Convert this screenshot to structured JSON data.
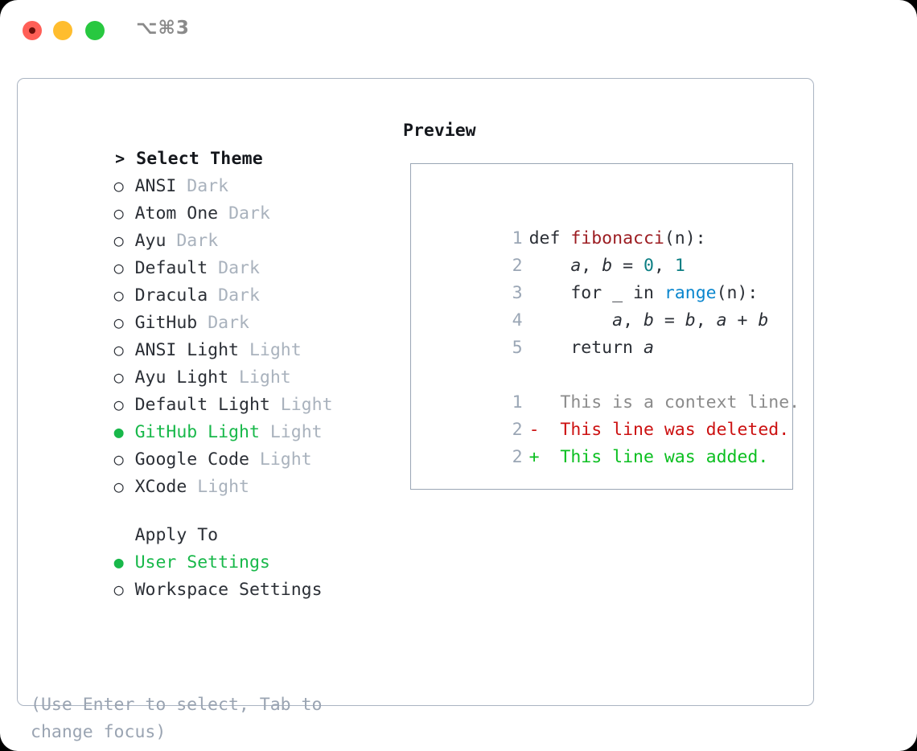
{
  "window": {
    "shortcut": "⌥⌘3",
    "traffic_lights": [
      {
        "name": "close",
        "color": "#ff5f57"
      },
      {
        "name": "minimize",
        "color": "#ffbd2e"
      },
      {
        "name": "maximize",
        "color": "#28c840"
      }
    ]
  },
  "theme_picker": {
    "heading": "Select Theme",
    "heading_prefix": ">",
    "marker_unselected": "○",
    "marker_selected": "●",
    "items": [
      {
        "name": "ANSI",
        "tag": "Dark",
        "selected": false
      },
      {
        "name": "Atom One",
        "tag": "Dark",
        "selected": false
      },
      {
        "name": "Ayu",
        "tag": "Dark",
        "selected": false
      },
      {
        "name": "Default",
        "tag": "Dark",
        "selected": false
      },
      {
        "name": "Dracula",
        "tag": "Dark",
        "selected": false
      },
      {
        "name": "GitHub",
        "tag": "Dark",
        "selected": false
      },
      {
        "name": "ANSI Light",
        "tag": "Light",
        "selected": false
      },
      {
        "name": "Ayu Light",
        "tag": "Light",
        "selected": false
      },
      {
        "name": "Default Light",
        "tag": "Light",
        "selected": false
      },
      {
        "name": "GitHub Light",
        "tag": "Light",
        "selected": true
      },
      {
        "name": "Google Code",
        "tag": "Light",
        "selected": false
      },
      {
        "name": "XCode",
        "tag": "Light",
        "selected": false
      }
    ]
  },
  "apply_to": {
    "heading": "Apply To",
    "items": [
      {
        "name": "User Settings",
        "selected": true
      },
      {
        "name": "Workspace Settings",
        "selected": false
      }
    ]
  },
  "hint": "(Use Enter to select, Tab to change focus)",
  "preview": {
    "title": "Preview",
    "code_lines": [
      {
        "num": "1",
        "tokens": [
          {
            "t": "def ",
            "c": "kw"
          },
          {
            "t": "fibonacci",
            "c": "fn"
          },
          {
            "t": "(n):",
            "c": "pun"
          }
        ]
      },
      {
        "num": "2",
        "tokens": [
          {
            "t": "    ",
            "c": "pun"
          },
          {
            "t": "a",
            "c": "var"
          },
          {
            "t": ", ",
            "c": "pun"
          },
          {
            "t": "b",
            "c": "var"
          },
          {
            "t": " = ",
            "c": "pun"
          },
          {
            "t": "0",
            "c": "num"
          },
          {
            "t": ", ",
            "c": "pun"
          },
          {
            "t": "1",
            "c": "num"
          }
        ]
      },
      {
        "num": "3",
        "tokens": [
          {
            "t": "    for ",
            "c": "kw"
          },
          {
            "t": "_",
            "c": "pun"
          },
          {
            "t": " in ",
            "c": "kw"
          },
          {
            "t": "range",
            "c": "bi"
          },
          {
            "t": "(n):",
            "c": "pun"
          }
        ]
      },
      {
        "num": "4",
        "tokens": [
          {
            "t": "        ",
            "c": "pun"
          },
          {
            "t": "a",
            "c": "var"
          },
          {
            "t": ", ",
            "c": "pun"
          },
          {
            "t": "b",
            "c": "var"
          },
          {
            "t": " = ",
            "c": "pun"
          },
          {
            "t": "b",
            "c": "var"
          },
          {
            "t": ", ",
            "c": "pun"
          },
          {
            "t": "a",
            "c": "var"
          },
          {
            "t": " + ",
            "c": "pun"
          },
          {
            "t": "b",
            "c": "var"
          }
        ]
      },
      {
        "num": "5",
        "tokens": [
          {
            "t": "    return ",
            "c": "kw"
          },
          {
            "t": "a",
            "c": "var"
          }
        ]
      }
    ],
    "diff_lines": [
      {
        "num": "1",
        "sign": " ",
        "text": "This is a context line.",
        "kind": "ctx"
      },
      {
        "num": "2",
        "sign": "-",
        "text": "This line was deleted.",
        "kind": "del"
      },
      {
        "num": "2",
        "sign": "+",
        "text": "This line was added.",
        "kind": "add"
      }
    ]
  },
  "colors": {
    "accent_green": "#18b84a",
    "muted_grey": "#a9b2bd",
    "hint_grey": "#9aa4b2",
    "diff_add": "#0bbf20",
    "diff_del": "#cc1111",
    "func_red": "#9c1d22",
    "number_teal": "#0d7f84",
    "builtin_blue": "#0a86ce",
    "panel_border": "#aab4c2"
  }
}
